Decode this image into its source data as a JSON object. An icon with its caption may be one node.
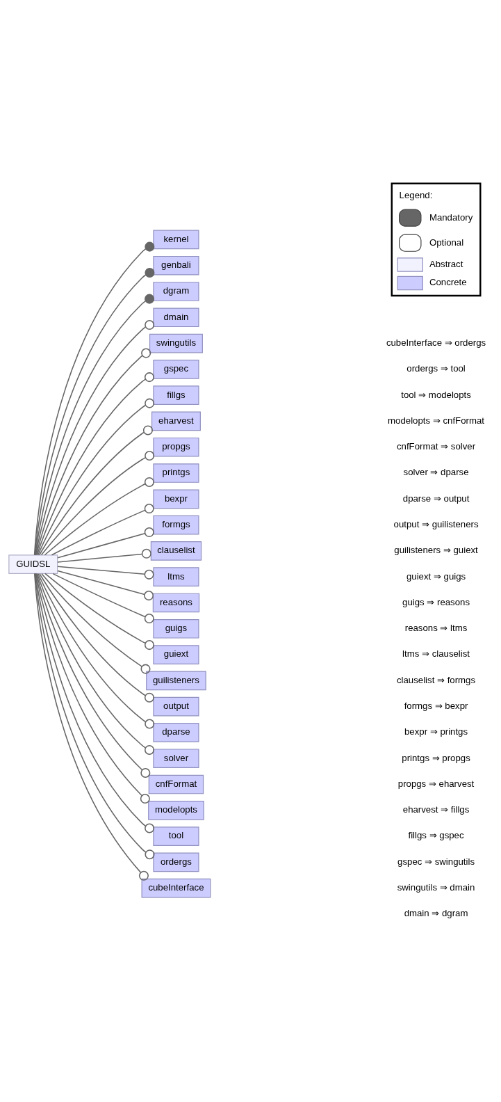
{
  "diagram": {
    "nodes": [
      {
        "text": [
          "GUIDSL"
        ]
      },
      {
        "text": [
          "kernel"
        ]
      },
      {
        "text": [
          "genbali"
        ]
      },
      {
        "text": [
          "dgram"
        ]
      },
      {
        "text": [
          "dmain"
        ]
      },
      {
        "text": [
          "swingutils"
        ]
      },
      {
        "text": [
          "gspec"
        ]
      },
      {
        "text": [
          "fillgs"
        ]
      },
      {
        "text": [
          "eharvest"
        ]
      },
      {
        "text": [
          "propgs"
        ]
      },
      {
        "text": [
          "printgs"
        ]
      },
      {
        "text": [
          "bexpr"
        ]
      },
      {
        "text": [
          "formgs"
        ]
      },
      {
        "text": [
          "clauselist"
        ]
      },
      {
        "text": [
          "ltms"
        ]
      },
      {
        "text": [
          "reasons"
        ]
      },
      {
        "text": [
          "guigs"
        ]
      },
      {
        "text": [
          "guiext"
        ]
      },
      {
        "text": [
          "guilisteners"
        ]
      },
      {
        "text": [
          "output"
        ]
      },
      {
        "text": [
          "dparse"
        ]
      },
      {
        "text": [
          "solver"
        ]
      },
      {
        "text": [
          "cnfFormat"
        ]
      },
      {
        "text": [
          "modelopts"
        ]
      },
      {
        "text": [
          "tool"
        ]
      },
      {
        "text": [
          "ordergs"
        ]
      },
      {
        "text": [
          "cubeInterface"
        ]
      }
    ],
    "edges": [
      {
        "from": 0,
        "to": 1,
        "arrow": "other"
      },
      {
        "from": 0,
        "to": 2,
        "arrow": "other"
      },
      {
        "from": 0,
        "to": 3,
        "arrow": "other"
      },
      {
        "from": 0,
        "to": 4,
        "arrow": "other"
      },
      {
        "from": 0,
        "to": 5,
        "arrow": "other"
      },
      {
        "from": 0,
        "to": 6,
        "arrow": "other"
      },
      {
        "from": 0,
        "to": 7,
        "arrow": "other"
      },
      {
        "from": 0,
        "to": 8,
        "arrow": "other"
      },
      {
        "from": 0,
        "to": 9,
        "arrow": "other"
      },
      {
        "from": 0,
        "to": 10,
        "arrow": "other"
      },
      {
        "from": 0,
        "to": 11,
        "arrow": "other"
      },
      {
        "from": 0,
        "to": 12,
        "arrow": "other"
      },
      {
        "from": 0,
        "to": 13,
        "arrow": "other"
      },
      {
        "from": 0,
        "to": 14,
        "arrow": "other"
      },
      {
        "from": 0,
        "to": 15,
        "arrow": "other"
      },
      {
        "from": 0,
        "to": 16,
        "arrow": "other"
      },
      {
        "from": 0,
        "to": 17,
        "arrow": "other"
      },
      {
        "from": 0,
        "to": 18,
        "arrow": "other"
      },
      {
        "from": 0,
        "to": 19,
        "arrow": "other"
      },
      {
        "from": 0,
        "to": 20,
        "arrow": "other"
      },
      {
        "from": 0,
        "to": 21,
        "arrow": "other"
      },
      {
        "from": 0,
        "to": 22,
        "arrow": "other"
      },
      {
        "from": 0,
        "to": 23,
        "arrow": "other"
      },
      {
        "from": 0,
        "to": 24,
        "arrow": "other"
      },
      {
        "from": 0,
        "to": 25,
        "arrow": "other"
      },
      {
        "from": 0,
        "to": 26,
        "arrow": "other"
      }
    ],
    "labels": [
      "Legend:",
      "cubeInterface ⇒ ordergs",
      "ordergs ⇒ tool",
      "tool ⇒ modelopts",
      "modelopts ⇒ cnfFormat",
      "cnfFormat ⇒ solver",
      "solver ⇒ dparse",
      "dparse ⇒ output",
      "output ⇒ guilisteners",
      "guilisteners ⇒ guiext",
      "guiext ⇒ guigs",
      "guigs ⇒ reasons",
      "reasons ⇒ ltms",
      "ltms ⇒ clauselist",
      "clauselist ⇒ formgs",
      "formgs ⇒ bexpr",
      "bexpr ⇒ printgs",
      "printgs ⇒ propgs",
      "propgs ⇒ eharvest",
      "eharvest ⇒ fillgs",
      "fillgs ⇒ gspec",
      "gspec ⇒ swingutils",
      "swingutils ⇒ dmain",
      "dmain ⇒ dgram"
    ],
    "legend": [
      {
        "text": "Mandatory"
      },
      {
        "text": "Optional"
      },
      {
        "text": "Abstract",
        "color": "#f2f2ff"
      },
      {
        "text": "Concrete",
        "color": "#ccccff"
      }
    ]
  }
}
